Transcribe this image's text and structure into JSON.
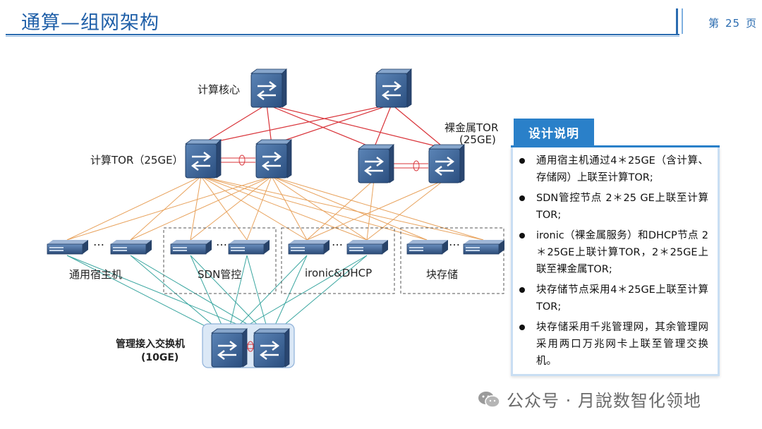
{
  "header": {
    "title": "通算—组网架构",
    "page_prefix": "第",
    "page_number": "25",
    "page_suffix": "页"
  },
  "diagram": {
    "core_label": "计算核心",
    "tor_label": "计算TOR（25GE）",
    "bm_tor_label": "裸金属TOR",
    "bm_tor_speed": "(25GE)",
    "group_labels": [
      "通用宿主机",
      "SDN管控",
      "ironic&DHCP",
      "块存储"
    ],
    "ellipsis": "…",
    "mgmt_label": "管理接入交换机",
    "mgmt_speed": "(10GE)"
  },
  "panel": {
    "heading": "设计说明",
    "bullets": [
      "通用宿主机通过4＊25GE（含计算、存储网）上联至计算TOR;",
      "SDN管控节点 2＊25 GE上联至计算TOR;",
      "ironic（裸金属服务）和DHCP节点 2＊25GE上联计算TOR，2＊25GE上联至裸金属TOR;",
      "块存储节点采用4＊25GE上联至计算TOR;",
      "块存储采用千兆管理网，其余管理网采用两口万兆网卡上联至管理交换机。"
    ]
  },
  "watermark": {
    "text": "公众号 · 月說数智化领地"
  },
  "colors": {
    "title_blue": "#1f5fa8",
    "core_link": "#d9343a",
    "access_link": "#e8a25c",
    "mgmt_link": "#3aa6a0",
    "panel_accent": "#2a80c9"
  },
  "icons": [
    "switch-icon",
    "server-icon",
    "stack-link-icon",
    "wechat-icon"
  ]
}
